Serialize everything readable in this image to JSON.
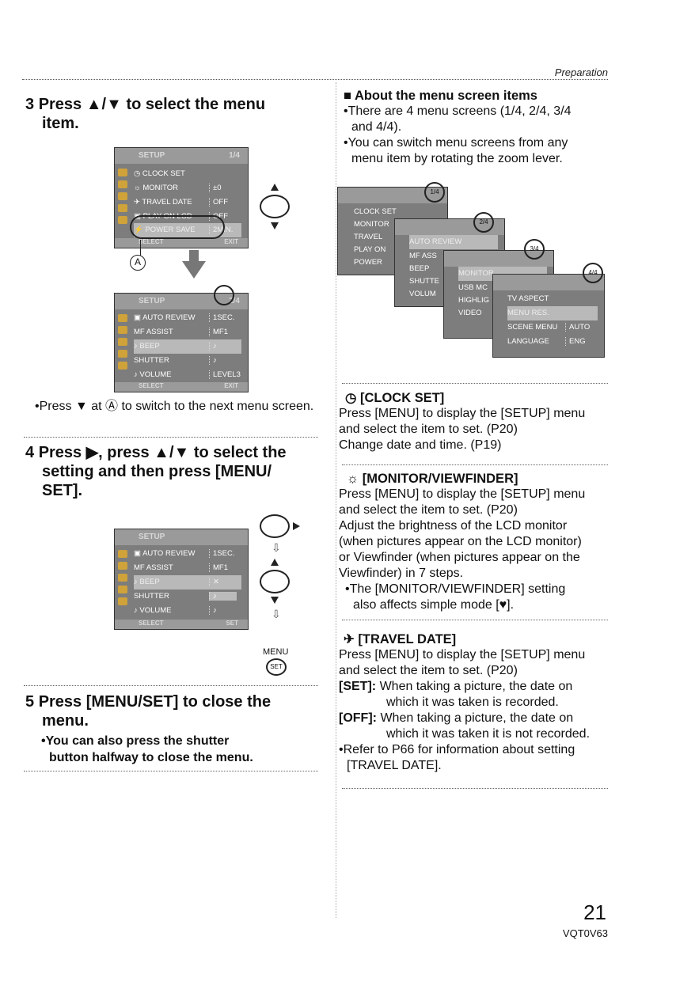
{
  "header": "Preparation",
  "page_number": "21",
  "model_code": "VQT0V63",
  "left": {
    "step3": {
      "num": "3",
      "title_a": "Press ▲/▼ to select the menu",
      "title_b": "item."
    },
    "screen1": {
      "top_label": "SETUP",
      "items": [
        {
          "label": "◷ CLOCK SET",
          "value": ""
        },
        {
          "label": "☼ MONITOR",
          "value": "±0"
        },
        {
          "label": "✈ TRAVEL DATE",
          "value": "OFF"
        },
        {
          "label": "▣ PLAY ON LCD",
          "value": "OFF"
        },
        {
          "label": "⚡ POWER SAVE",
          "value": "2MIN."
        }
      ],
      "page": "1/4",
      "bottom_left": "SELECT",
      "bottom_right": "EXIT"
    },
    "marker_a": "A",
    "screen2": {
      "top_label": "SETUP",
      "items": [
        {
          "label": "▣ AUTO REVIEW",
          "value": "1SEC."
        },
        {
          "label": "MF ASSIST",
          "value": "MF1"
        },
        {
          "label": "♪ BEEP",
          "value": "♪"
        },
        {
          "label": "SHUTTER",
          "value": "♪"
        },
        {
          "label": "♪ VOLUME",
          "value": "LEVEL3"
        }
      ],
      "page": "2/4",
      "bottom_left": "SELECT",
      "bottom_right": "EXIT"
    },
    "bullet3": "•Press ▼ at Ⓐ to switch to the next menu screen.",
    "step4": {
      "num": "4",
      "line1": "Press ▶, press ▲/▼ to select the",
      "line2": "setting and then press [MENU/",
      "line3": "SET]."
    },
    "screen3": {
      "top_label": "SETUP",
      "items": [
        {
          "label": "▣ AUTO REVIEW",
          "value": "1SEC."
        },
        {
          "label": "MF ASSIST",
          "value": "MF1"
        },
        {
          "label": "♪ BEEP",
          "value": "✕"
        },
        {
          "label": "SHUTTER",
          "value": "♪"
        },
        {
          "label": "♪ VOLUME",
          "value": "♪"
        }
      ],
      "bottom_left": "SELECT",
      "bottom_right": "SET"
    },
    "menu_label": "MENU",
    "set_label": "SET",
    "step5": {
      "num": "5",
      "title_a": "Press [MENU/SET] to close the",
      "title_b": "menu."
    },
    "bullet5a": "•You can also press the shutter",
    "bullet5b": "button halfway to close the menu."
  },
  "right": {
    "about_title": "■ About the menu screen items",
    "about_b1a": "•There are 4 menu screens (1/4, 2/4, 3/4",
    "about_b1b": "and 4/4).",
    "about_b2a": "•You can switch menu screens from any",
    "about_b2b": "menu item by rotating the zoom lever.",
    "stack_labels": [
      "1/4",
      "2/4",
      "3/4",
      "4/4"
    ],
    "stack_rows": {
      "s1": [
        "CLOCK SET",
        "MONITOR",
        "TRAVEL",
        "PLAY ON",
        "POWER"
      ],
      "s2": [
        "AUTO REVIEW",
        "MF ASS",
        "BEEP",
        "SHUTTE",
        "VOLUM"
      ],
      "s3": [
        "MONITOR",
        "USB MC",
        "HIGHLIG",
        "VIDEO"
      ],
      "s4": [
        "TV ASPECT",
        "MENU RES.",
        "SCENE MENU",
        "LANGUAGE"
      ],
      "s4_values": [
        "",
        "",
        "AUTO",
        "ENG"
      ]
    },
    "clock": {
      "title": "◷ [CLOCK SET]",
      "l1": "Press [MENU] to display the [SETUP] menu",
      "l2": "and select the item to set. (P20)",
      "l3": "Change date and time. (P19)"
    },
    "monitor": {
      "title": "☼ [MONITOR/VIEWFINDER]",
      "l1": "Press [MENU] to display the [SETUP] menu",
      "l2": "and select the item to set. (P20)",
      "l3": "Adjust the brightness of the LCD monitor",
      "l4": "(when pictures appear on the LCD monitor)",
      "l5": "or Viewfinder (when pictures appear on the",
      "l6": "Viewfinder) in 7 steps.",
      "l7": "•The [MONITOR/VIEWFINDER] setting",
      "l8": "also affects simple mode [♥]."
    },
    "travel": {
      "title": "✈ [TRAVEL DATE]",
      "l1": "Press [MENU] to display the [SETUP] menu",
      "l2": "and select the item to set. (P20)",
      "set_key": "[SET]:",
      "set_a": "When taking a picture, the date on",
      "set_b": "which it was taken is recorded.",
      "off_key": "[OFF]:",
      "off_a": "When taking a picture, the date on",
      "off_b": "which it was taken it is not recorded.",
      "ref_a": "•Refer to P66 for information about setting",
      "ref_b": "[TRAVEL DATE]."
    }
  }
}
